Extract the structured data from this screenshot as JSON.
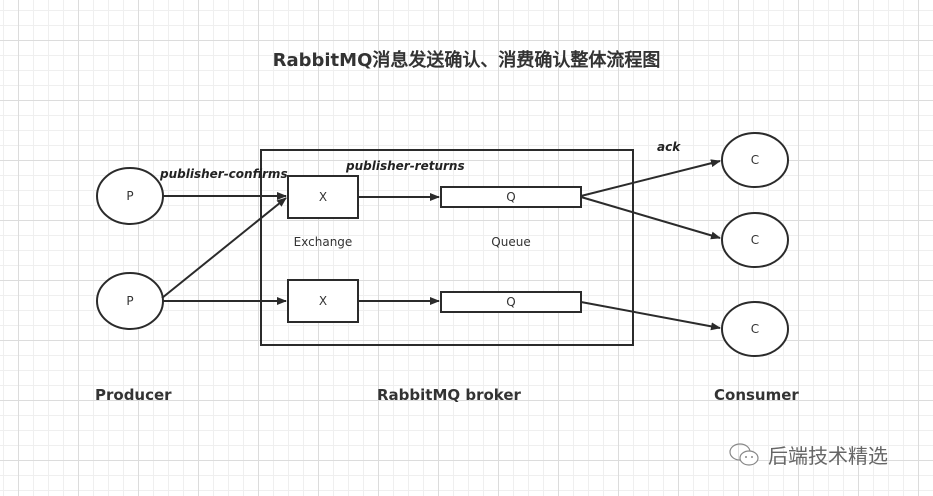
{
  "title": "RabbitMQ消息发送确认、消费确认整体流程图",
  "producers": [
    {
      "label": "P"
    },
    {
      "label": "P"
    }
  ],
  "exchanges": [
    {
      "label": "X"
    },
    {
      "label": "X"
    }
  ],
  "queues": [
    {
      "label": "Q"
    },
    {
      "label": "Q"
    }
  ],
  "consumers": [
    {
      "label": "C"
    },
    {
      "label": "C"
    },
    {
      "label": "C"
    }
  ],
  "labels": {
    "publisher_confirms": "publisher-confirms",
    "publisher_returns": "publisher-returns",
    "ack": "ack",
    "exchange": "Exchange",
    "queue": "Queue"
  },
  "sections": {
    "producer": "Producer",
    "broker": "RabbitMQ broker",
    "consumer": "Consumer"
  },
  "watermark": {
    "icon": "wechat-icon",
    "text": "后端技术精选"
  },
  "colors": {
    "stroke": "#2b2b2b",
    "grid_major": "#dcdcdc",
    "grid_minor": "#efefef"
  }
}
